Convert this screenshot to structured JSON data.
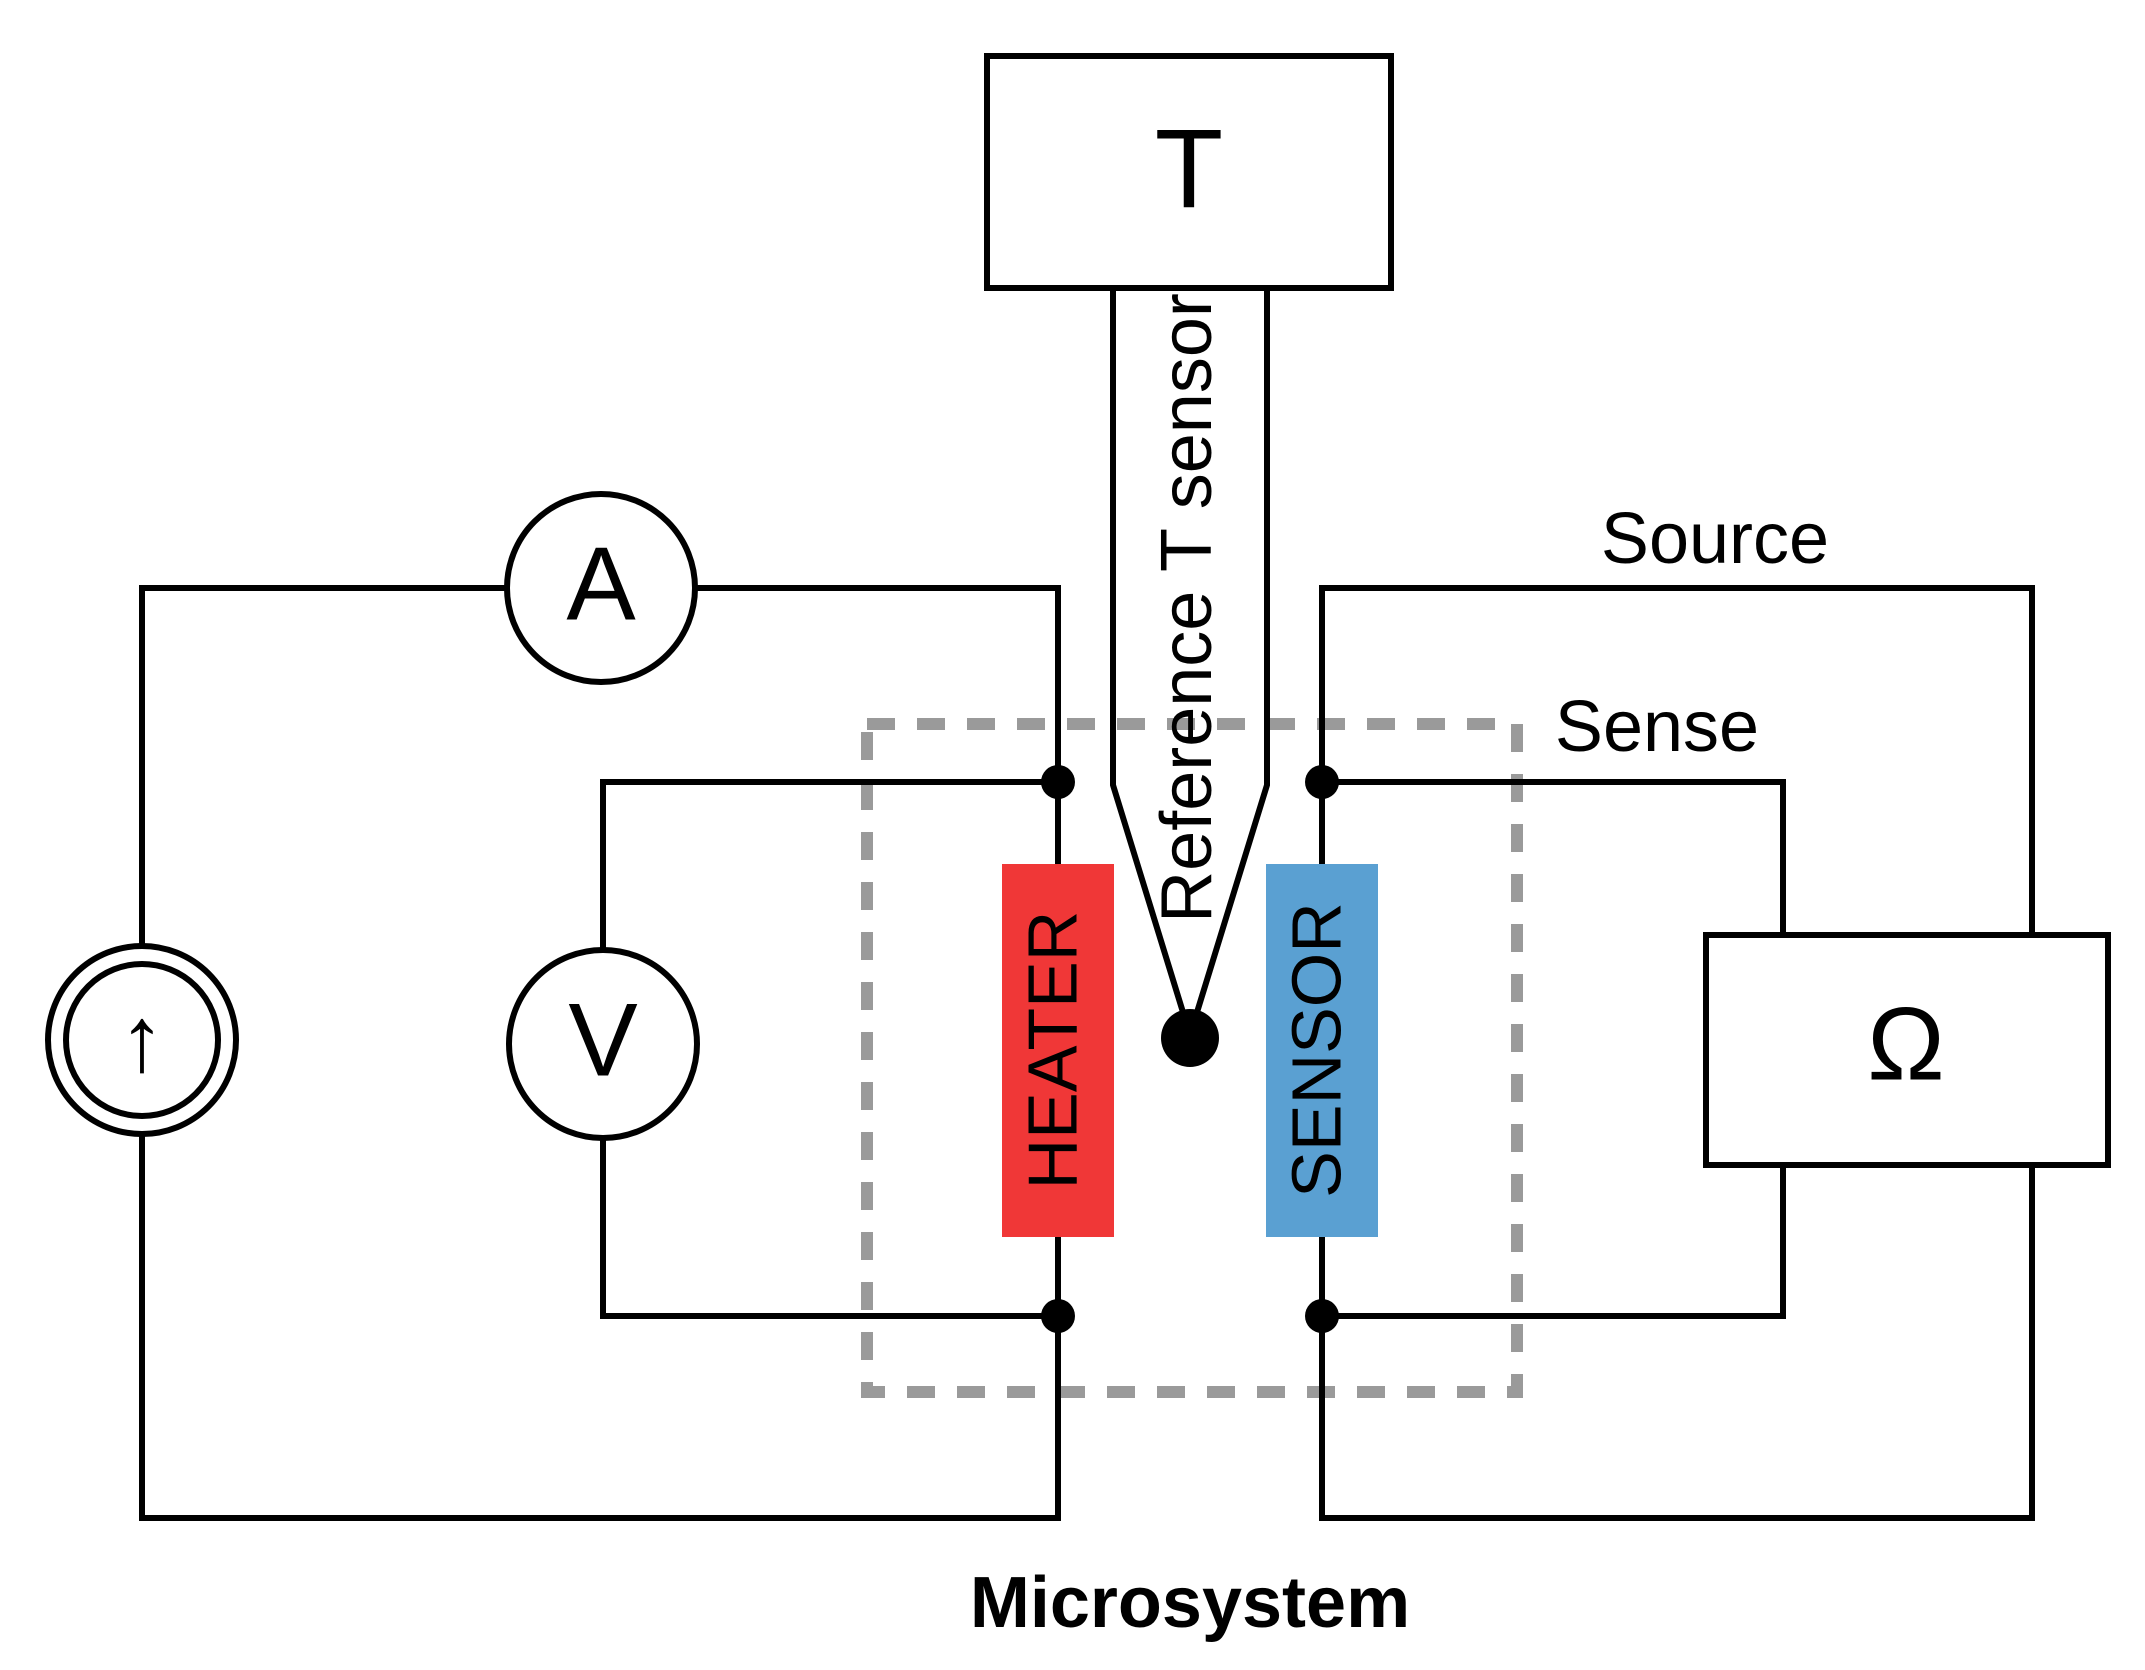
{
  "labels": {
    "temperature_unit": "T",
    "probe": "Reference T sensor",
    "ammeter": "A",
    "voltmeter": "V",
    "current_source": "↑",
    "ohmmeter": "Ω",
    "source": "Source",
    "sense": "Sense",
    "heater": "HEATER",
    "sensor": "SENSOR",
    "microsystem": "Microsystem"
  },
  "colors": {
    "heater": "#f03737",
    "sensor": "#5aa0d2",
    "frame": "#9a9a9a",
    "microsystem_label": "#9a9a9a",
    "line": "#000000"
  }
}
